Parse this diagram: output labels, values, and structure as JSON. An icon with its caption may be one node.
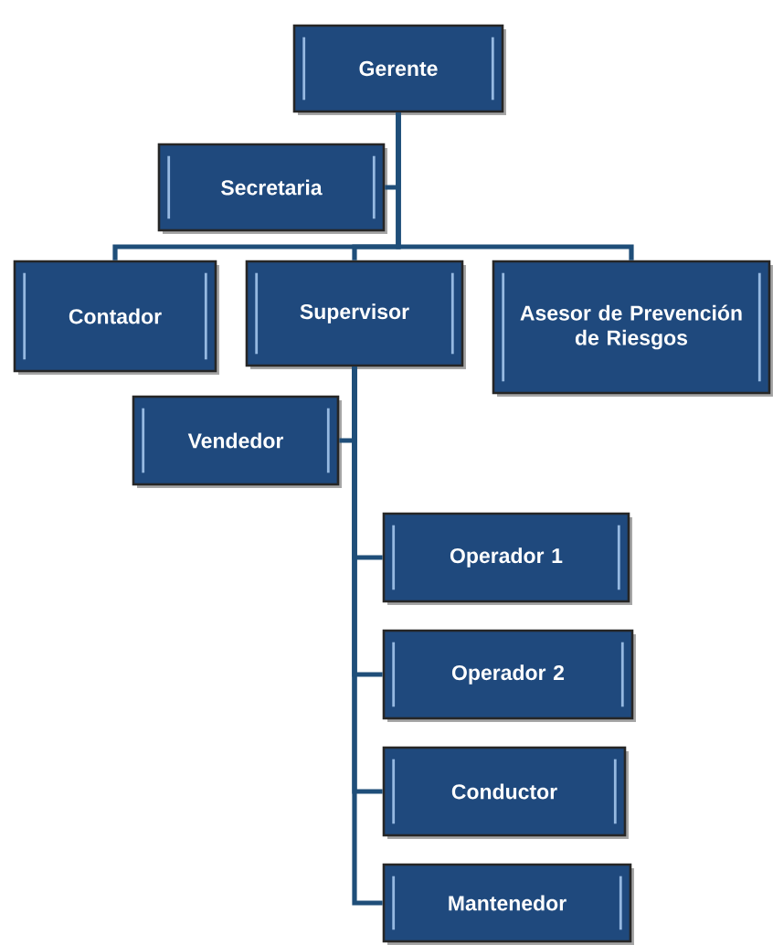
{
  "diagram": {
    "nodes": [
      {
        "text": [
          "Gerente"
        ]
      },
      {
        "text": [
          "Secretaria"
        ]
      },
      {
        "text": [
          "Contador"
        ]
      },
      {
        "text": [
          "Supervisor"
        ]
      },
      {
        "text": [
          "Asesor de Prevención de Riesgos"
        ]
      },
      {
        "text": [
          "Vendedor"
        ]
      },
      {
        "text": [
          "Operador 1"
        ]
      },
      {
        "text": [
          "Operador 2"
        ]
      },
      {
        "text": [
          "Conductor"
        ]
      },
      {
        "text": [
          "Mantenedor"
        ]
      }
    ],
    "edges": [
      {
        "from": 0,
        "to": 1,
        "arrow": "none"
      },
      {
        "from": 0,
        "to": 2,
        "arrow": "none"
      },
      {
        "from": 0,
        "to": 3,
        "arrow": "none"
      },
      {
        "from": 0,
        "to": 4,
        "arrow": "none"
      },
      {
        "from": 3,
        "to": 5,
        "arrow": "none"
      },
      {
        "from": 3,
        "to": 6,
        "arrow": "none"
      },
      {
        "from": 3,
        "to": 7,
        "arrow": "none"
      },
      {
        "from": 3,
        "to": 8,
        "arrow": "none"
      },
      {
        "from": 3,
        "to": 9,
        "arrow": "none"
      }
    ]
  }
}
